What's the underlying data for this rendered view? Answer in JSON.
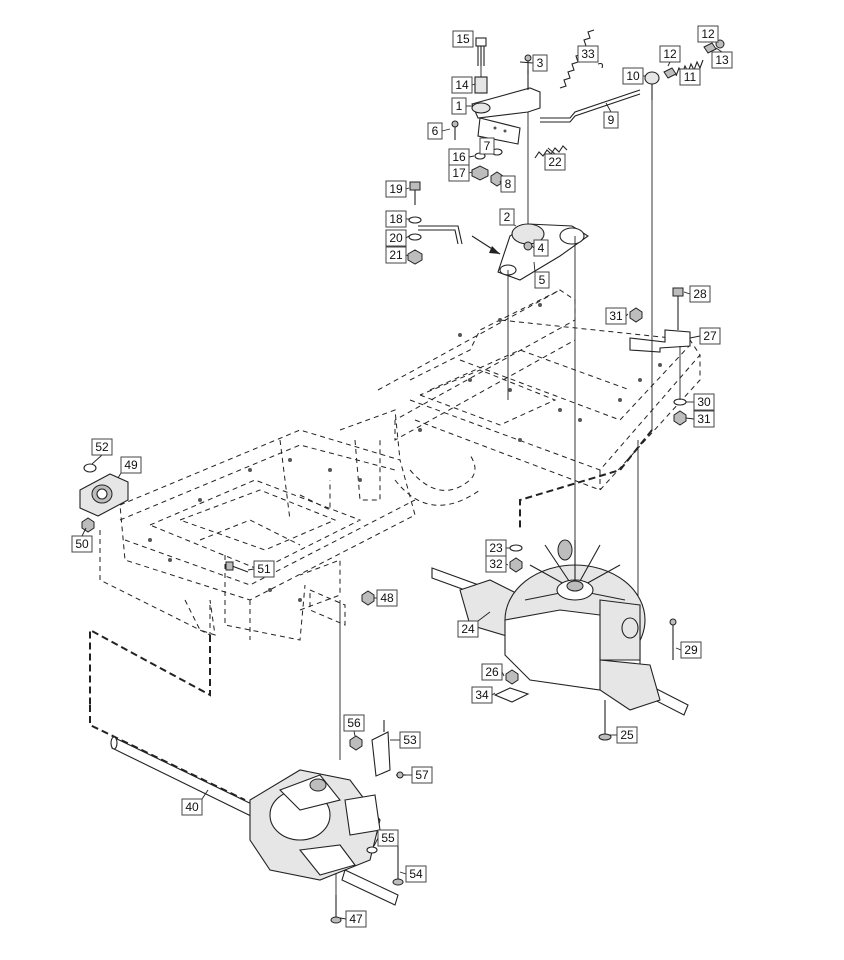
{
  "callouts": [
    {
      "id": "c15",
      "label": "15"
    },
    {
      "id": "c3",
      "label": "3"
    },
    {
      "id": "c33",
      "label": "33"
    },
    {
      "id": "c12a",
      "label": "12"
    },
    {
      "id": "c12b",
      "label": "12"
    },
    {
      "id": "c13",
      "label": "13"
    },
    {
      "id": "c10",
      "label": "10"
    },
    {
      "id": "c11",
      "label": "11"
    },
    {
      "id": "c14",
      "label": "14"
    },
    {
      "id": "c1",
      "label": "1"
    },
    {
      "id": "c9",
      "label": "9"
    },
    {
      "id": "c6",
      "label": "6"
    },
    {
      "id": "c7",
      "label": "7"
    },
    {
      "id": "c16",
      "label": "16"
    },
    {
      "id": "c22",
      "label": "22"
    },
    {
      "id": "c17",
      "label": "17"
    },
    {
      "id": "c8",
      "label": "8"
    },
    {
      "id": "c19",
      "label": "19"
    },
    {
      "id": "c18",
      "label": "18"
    },
    {
      "id": "c2",
      "label": "2"
    },
    {
      "id": "c20",
      "label": "20"
    },
    {
      "id": "c4",
      "label": "4"
    },
    {
      "id": "c21",
      "label": "21"
    },
    {
      "id": "c5",
      "label": "5"
    },
    {
      "id": "c28",
      "label": "28"
    },
    {
      "id": "c31a",
      "label": "31"
    },
    {
      "id": "c27",
      "label": "27"
    },
    {
      "id": "c30",
      "label": "30"
    },
    {
      "id": "c31b",
      "label": "31"
    },
    {
      "id": "c52",
      "label": "52"
    },
    {
      "id": "c49",
      "label": "49"
    },
    {
      "id": "c50",
      "label": "50"
    },
    {
      "id": "c23",
      "label": "23"
    },
    {
      "id": "c32",
      "label": "32"
    },
    {
      "id": "c51",
      "label": "51"
    },
    {
      "id": "c48",
      "label": "48"
    },
    {
      "id": "c24",
      "label": "24"
    },
    {
      "id": "c29",
      "label": "29"
    },
    {
      "id": "c26",
      "label": "26"
    },
    {
      "id": "c34",
      "label": "34"
    },
    {
      "id": "c25",
      "label": "25"
    },
    {
      "id": "c56",
      "label": "56"
    },
    {
      "id": "c53",
      "label": "53"
    },
    {
      "id": "c57",
      "label": "57"
    },
    {
      "id": "c40",
      "label": "40"
    },
    {
      "id": "c55",
      "label": "55"
    },
    {
      "id": "c54",
      "label": "54"
    },
    {
      "id": "c47",
      "label": "47"
    }
  ]
}
